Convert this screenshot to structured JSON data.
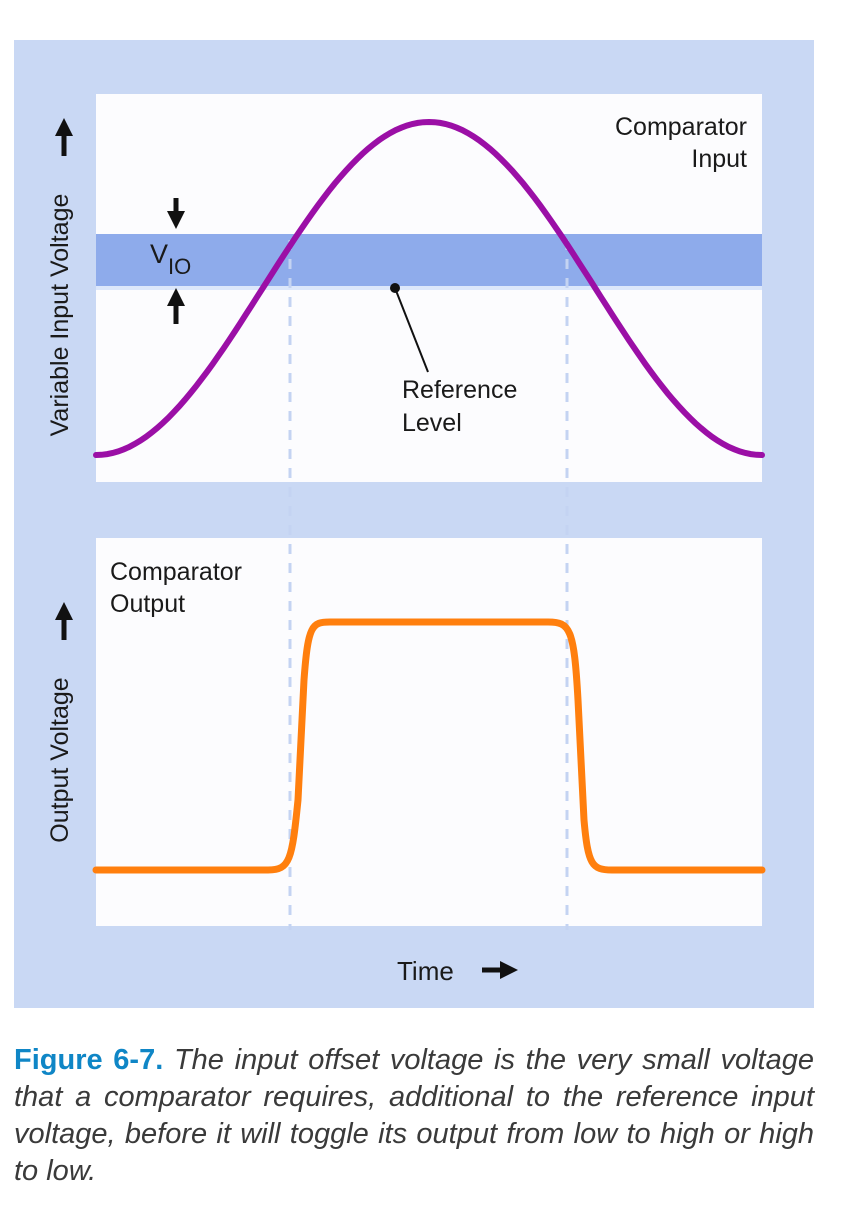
{
  "diagram": {
    "top_panel": {
      "y_axis_label": "Variable Input Voltage",
      "curve_label_line1": "Comparator",
      "curve_label_line2": "Input",
      "band_label_main": "V",
      "band_label_sub": "IO",
      "reference_label_line1": "Reference",
      "reference_label_line2": "Level"
    },
    "bottom_panel": {
      "y_axis_label": "Output Voltage",
      "curve_label_line1": "Comparator",
      "curve_label_line2": "Output"
    },
    "x_axis_label": "Time",
    "colors": {
      "outer_background": "#c9d8f4",
      "panel_background": "#fcfcfe",
      "input_curve": "#9b0fa6",
      "output_curve": "#ff7f0e",
      "offset_band": "#8eabeb",
      "reference_line": "#dce7fb",
      "crossing_dashes": "#c4d3f2"
    }
  },
  "caption": {
    "label": "Figure 6-7.",
    "text": "The input offset voltage is the very small voltage that a comparator requires, additional to the reference input voltage, before it will toggle its output from low to high or high to low."
  }
}
